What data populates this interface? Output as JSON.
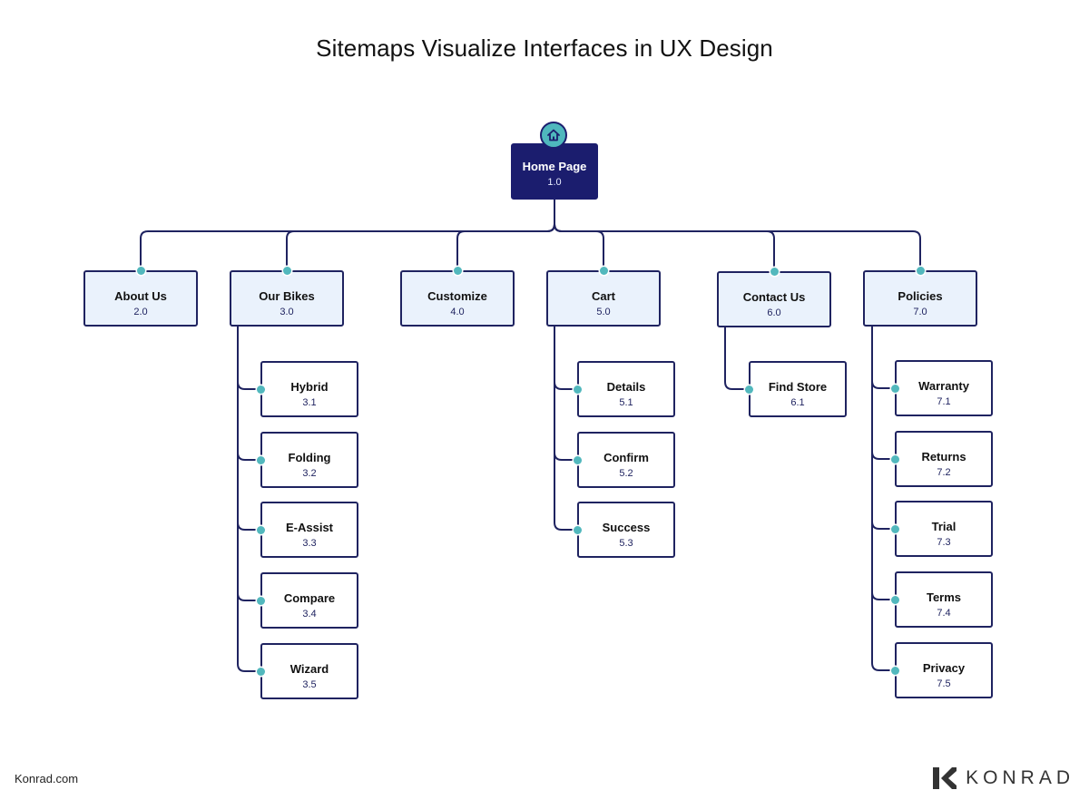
{
  "title": "Sitemaps Visualize Interfaces in UX Design",
  "colors": {
    "line": "#1f2360",
    "root_fill": "#1b1d6e",
    "level1_fill": "#eaf2fc",
    "dot": "#52b8bd"
  },
  "root": {
    "label": "Home Page",
    "num": "1.0",
    "icon": "home-icon"
  },
  "sections": [
    {
      "label": "About Us",
      "num": "2.0",
      "children": []
    },
    {
      "label": "Our Bikes",
      "num": "3.0",
      "children": [
        {
          "label": "Hybrid",
          "num": "3.1"
        },
        {
          "label": "Folding",
          "num": "3.2"
        },
        {
          "label": "E-Assist",
          "num": "3.3"
        },
        {
          "label": "Compare",
          "num": "3.4"
        },
        {
          "label": "Wizard",
          "num": "3.5"
        }
      ]
    },
    {
      "label": "Customize",
      "num": "4.0",
      "children": []
    },
    {
      "label": "Cart",
      "num": "5.0",
      "children": [
        {
          "label": "Details",
          "num": "5.1"
        },
        {
          "label": "Confirm",
          "num": "5.2"
        },
        {
          "label": "Success",
          "num": "5.3"
        }
      ]
    },
    {
      "label": "Contact Us",
      "num": "6.0",
      "children": [
        {
          "label": "Find Store",
          "num": "6.1"
        }
      ]
    },
    {
      "label": "Policies",
      "num": "7.0",
      "children": [
        {
          "label": "Warranty",
          "num": "7.1"
        },
        {
          "label": "Returns",
          "num": "7.2"
        },
        {
          "label": "Trial",
          "num": "7.3"
        },
        {
          "label": "Terms",
          "num": "7.4"
        },
        {
          "label": "Privacy",
          "num": "7.5"
        }
      ]
    }
  ],
  "footer": {
    "site": "Konrad.com",
    "brand": "KONRAD"
  }
}
